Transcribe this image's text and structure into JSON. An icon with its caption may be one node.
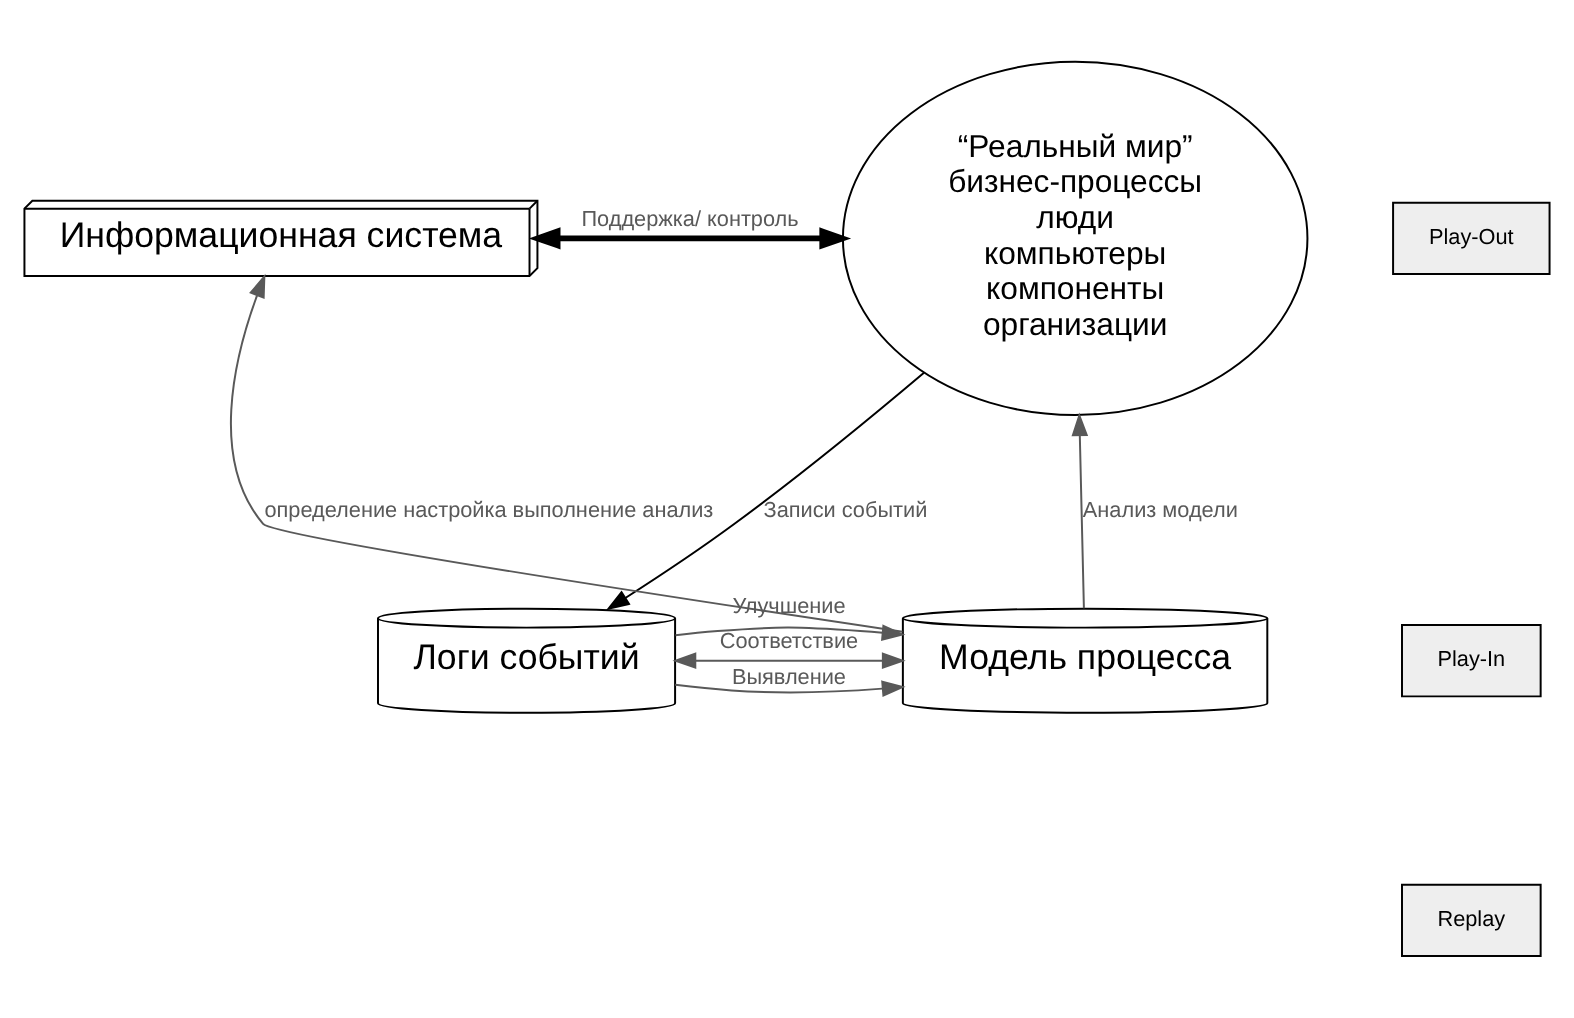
{
  "diagram": {
    "nodes": [
      {
        "text": [
          "“Реальный мир”",
          "бизнес-процессы",
          "люди",
          "компьютеры",
          "компоненты",
          "организации"
        ]
      },
      {
        "text": [
          "Информационная система"
        ]
      },
      {
        "text": [
          "Модель процесса"
        ]
      },
      {
        "text": [
          "Логи событий"
        ]
      },
      {
        "text": [
          "Play-Out"
        ]
      },
      {
        "text": [
          "Play-In"
        ]
      },
      {
        "text": [
          "Replay"
        ]
      }
    ],
    "edges": [
      {
        "from": 2,
        "to": 0,
        "arrow": "to",
        "label": "Анализ модели"
      },
      {
        "from": 2,
        "to": 1,
        "arrow": "to",
        "label": "определение настройка выполнение анализ"
      },
      {
        "from": 1,
        "to": 0,
        "arrow": "both",
        "label": "Поддержка/ контроль",
        "style": "thick",
        "color": "#000000"
      },
      {
        "from": 0,
        "to": 3,
        "arrow": "to",
        "label": "Записи событий",
        "color": "#000000"
      },
      {
        "from": 3,
        "to": 2,
        "arrow": "to",
        "label": "Выявление"
      },
      {
        "from": 3,
        "to": 2,
        "arrow": "both",
        "label": "Соответствие"
      },
      {
        "from": 3,
        "to": 2,
        "arrow": "to",
        "label": "Улучшение"
      }
    ]
  }
}
